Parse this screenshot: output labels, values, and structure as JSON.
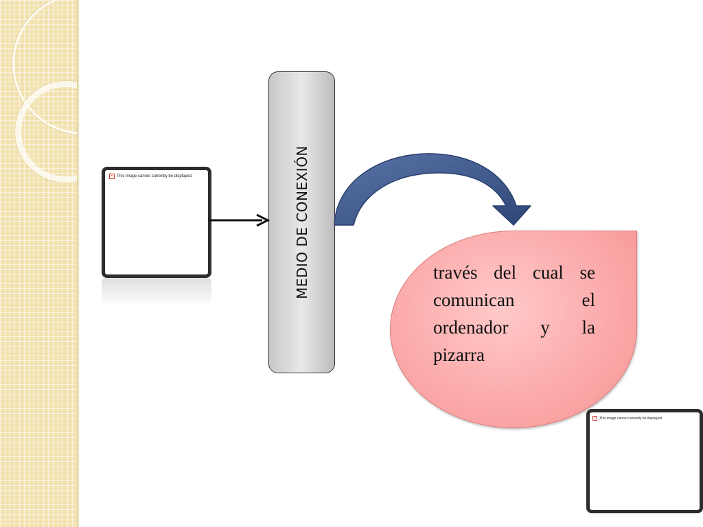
{
  "diagram": {
    "center_box": {
      "label": "MEDIO DE CONEXIÓN"
    },
    "bubble": {
      "text": "través del cual se comunican el ordenador y la pizarra"
    },
    "image_placeholders": [
      {
        "alt": "This image cannot currently be displayed."
      },
      {
        "alt": "This image cannot currently be displayed."
      }
    ],
    "icons": [
      "broken-image-icon",
      "connector-arrow",
      "curved-arrow"
    ],
    "colors": {
      "bubble_fill": "#fba8a8",
      "curved_arrow_fill": "#3d5587",
      "box_fill": "#d0d0d0",
      "background_strip": "#f2e2b0"
    }
  }
}
